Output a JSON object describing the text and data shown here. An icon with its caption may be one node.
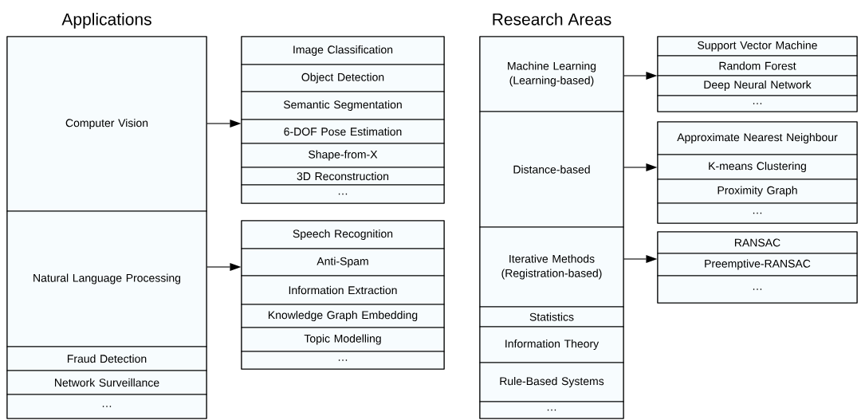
{
  "diagram": {
    "nodes": [
      {
        "text": [
          "Applications"
        ]
      },
      {
        "text": [
          "Computer Vision"
        ],
        "in": 0
      },
      {
        "text": [
          "Natural Language Processing"
        ],
        "in": 0
      },
      {
        "text": [
          "Fraud Detection"
        ],
        "in": 0
      },
      {
        "text": [
          "Network Surveillance"
        ],
        "in": 0
      },
      {
        "text": [
          "…"
        ],
        "in": 0
      },
      {
        "text": [],
        "shape": "box"
      },
      {
        "text": [
          "Image Classification"
        ],
        "in": 6
      },
      {
        "text": [
          "Object Detection"
        ],
        "in": 6
      },
      {
        "text": [
          "Semantic Segmentation"
        ],
        "in": 6
      },
      {
        "text": [
          "6-DOF Pose Estimation"
        ],
        "in": 6
      },
      {
        "text": [
          "Shape-from-X"
        ],
        "in": 6
      },
      {
        "text": [
          "3D Reconstruction"
        ],
        "in": 6
      },
      {
        "text": [
          "…"
        ],
        "in": 6
      },
      {
        "text": [],
        "shape": "box"
      },
      {
        "text": [
          "Speech Recognition"
        ],
        "in": 14
      },
      {
        "text": [
          "Anti-Spam"
        ],
        "in": 14
      },
      {
        "text": [
          "Information Extraction"
        ],
        "in": 14
      },
      {
        "text": [
          "Knowledge Graph Embedding"
        ],
        "in": 14
      },
      {
        "text": [
          "Topic Modelling"
        ],
        "in": 14
      },
      {
        "text": [
          "…"
        ],
        "in": 14
      },
      {
        "text": [
          "Research Areas"
        ]
      },
      {
        "text": [
          "Machine Learning (Learning-based)"
        ],
        "in": 21
      },
      {
        "text": [
          "Distance-based"
        ],
        "in": 21
      },
      {
        "text": [
          "Iterative Methods (Registration-based)"
        ],
        "in": 21
      },
      {
        "text": [
          "Statistics"
        ],
        "in": 21
      },
      {
        "text": [
          "Information Theory"
        ],
        "in": 21
      },
      {
        "text": [
          "Rule-Based Systems"
        ],
        "in": 21
      },
      {
        "text": [
          "…"
        ],
        "in": 21
      },
      {
        "text": [],
        "shape": "box"
      },
      {
        "text": [
          "Support Vector Machine"
        ],
        "in": 29
      },
      {
        "text": [
          "Random Forest"
        ],
        "in": 29
      },
      {
        "text": [
          "Deep Neural Network"
        ],
        "in": 29
      },
      {
        "text": [
          "…"
        ],
        "in": 29
      },
      {
        "text": [],
        "shape": "box"
      },
      {
        "text": [
          "Approximate Nearest Neighbour"
        ],
        "in": 34
      },
      {
        "text": [
          "K-means Clustering"
        ],
        "in": 34
      },
      {
        "text": [
          "Proximity Graph"
        ],
        "in": 34
      },
      {
        "text": [
          "…"
        ],
        "in": 34
      },
      {
        "text": [],
        "shape": "box"
      },
      {
        "text": [
          "RANSAC"
        ],
        "in": 39
      },
      {
        "text": [
          "Preemptive-RANSAC"
        ],
        "in": 39
      },
      {
        "text": [
          "…"
        ],
        "in": 39
      }
    ],
    "edges": [
      {
        "from": 1,
        "to": 6,
        "arrow": "to"
      },
      {
        "from": 2,
        "to": 14,
        "arrow": "to"
      },
      {
        "from": 22,
        "to": 29,
        "arrow": "to"
      },
      {
        "from": 23,
        "to": 34,
        "arrow": "to"
      },
      {
        "from": 24,
        "to": 39,
        "arrow": "to"
      }
    ]
  }
}
